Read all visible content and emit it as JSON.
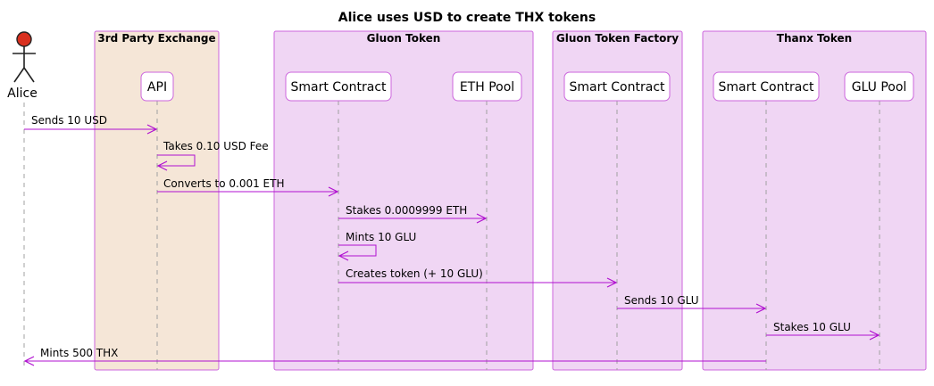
{
  "title": "Alice uses USD to create THX tokens",
  "colors": {
    "exchange_box": "#f5e6d7",
    "token_box": "#f0d6f4",
    "box_border": "#cc66dd",
    "arrow": "#b010d0",
    "actor_head": "#d9301f"
  },
  "actor": {
    "name": "Alice",
    "icon": "stick-figure-icon"
  },
  "boxes": [
    {
      "id": "exchange",
      "title": "3rd Party Exchange"
    },
    {
      "id": "gluon",
      "title": "Gluon Token"
    },
    {
      "id": "factory",
      "title": "Gluon Token Factory"
    },
    {
      "id": "thanx",
      "title": "Thanx Token"
    }
  ],
  "participants": [
    {
      "id": "api",
      "label": "API"
    },
    {
      "id": "gluon_sc",
      "label": "Smart Contract"
    },
    {
      "id": "eth_pool",
      "label": "ETH Pool"
    },
    {
      "id": "factory_sc",
      "label": "Smart Contract"
    },
    {
      "id": "thanx_sc",
      "label": "Smart Contract"
    },
    {
      "id": "glu_pool",
      "label": "GLU Pool"
    }
  ],
  "messages": [
    {
      "from": "alice",
      "to": "api",
      "label": "Sends 10 USD"
    },
    {
      "from": "api",
      "to": "api",
      "label": "Takes 0.10 USD Fee"
    },
    {
      "from": "api",
      "to": "gluon_sc",
      "label": "Converts to 0.001 ETH"
    },
    {
      "from": "gluon_sc",
      "to": "eth_pool",
      "label": "Stakes 0.0009999 ETH"
    },
    {
      "from": "gluon_sc",
      "to": "gluon_sc",
      "label": "Mints 10 GLU"
    },
    {
      "from": "gluon_sc",
      "to": "factory_sc",
      "label": "Creates token (+ 10 GLU)"
    },
    {
      "from": "factory_sc",
      "to": "thanx_sc",
      "label": "Sends 10 GLU"
    },
    {
      "from": "thanx_sc",
      "to": "glu_pool",
      "label": "Stakes 10 GLU"
    },
    {
      "from": "thanx_sc",
      "to": "alice",
      "label": "Mints 500 THX"
    }
  ]
}
